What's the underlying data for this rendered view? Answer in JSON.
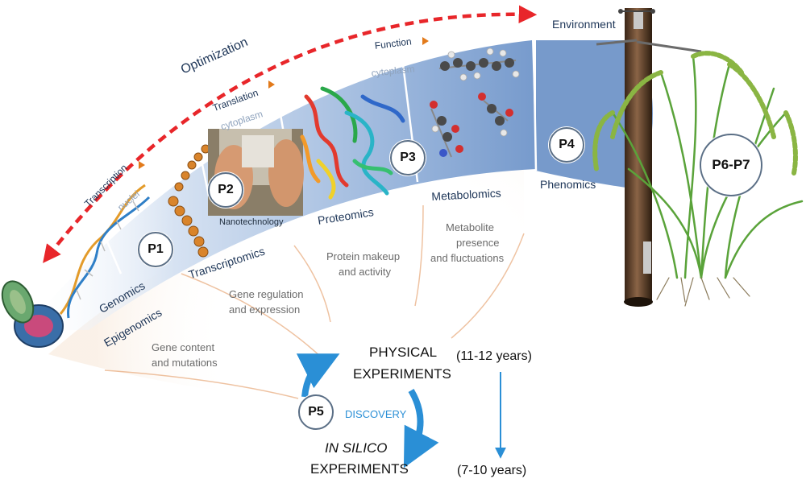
{
  "arc": {
    "optimization": "Optimization",
    "transcription": "Transcription",
    "translation": "Translation",
    "function": "Function",
    "environment": "Environment",
    "nuclei": "nuclei",
    "cytoplasm_1": "cytoplasm",
    "cytoplasm_2": "cytoplasm",
    "nanotechnology": "Nanotechnology"
  },
  "omics": {
    "genomics": "Genomics",
    "epigenomics": "Epigenomics",
    "transcriptomics": "Transcriptomics",
    "proteomics": "Proteomics",
    "metabolomics": "Metabolomics",
    "phenomics": "Phenomics"
  },
  "descriptions": {
    "gene_content_1": "Gene content",
    "gene_content_2": "and mutations",
    "gene_regulation_1": "Gene regulation",
    "gene_regulation_2": "and expression",
    "protein_1": "Protein makeup",
    "protein_2": "and activity",
    "metabolite_1": "Metabolite",
    "metabolite_2": "presence",
    "metabolite_3": "and fluctuations"
  },
  "badges": {
    "p1": "P1",
    "p2": "P2",
    "p3": "P3",
    "p4": "P4",
    "p5": "P5",
    "p6p7": "P6-P7"
  },
  "cycle": {
    "physical_1": "PHYSICAL",
    "physical_2": "EXPERIMENTS",
    "insilico_1": "IN SILICO",
    "insilico_2": "EXPERIMENTS",
    "discovery": "DISCOVERY",
    "years_physical": "(11-12 years)",
    "years_insilico": "(7-10 years)"
  },
  "colors": {
    "arc_blue": "#6f95c4",
    "dark_text": "#1d3557",
    "red_arrow": "#e8262a",
    "cycle_blue": "#2a8fd6",
    "orange_triangle": "#e27a1b"
  }
}
